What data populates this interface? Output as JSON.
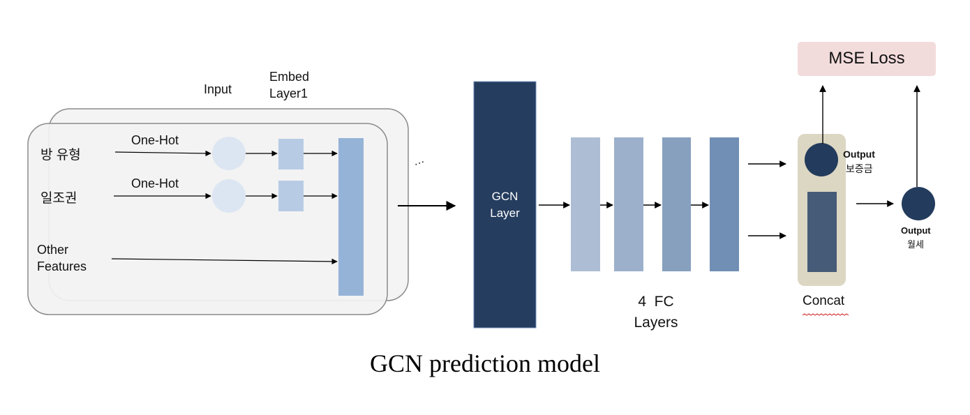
{
  "diagram": {
    "caption": "GCN prediction model",
    "input_section": {
      "input_header": "Input",
      "embed_header_line1": "Embed",
      "embed_header_line2": "Layer1",
      "feature_room_type": "방 유형",
      "feature_sunlight": "일조권",
      "encoding_1": "One-Hot",
      "encoding_2": "One-Hot",
      "other_line1": "Other",
      "other_line2": "Features",
      "ellipsis": "…"
    },
    "gcn_block": {
      "line1": "GCN",
      "line2": "Layer"
    },
    "fc_block": {
      "label_line1": "4  FC",
      "label_line2": "Layers"
    },
    "concat_block": {
      "label": "Concat"
    },
    "outputs": {
      "deposit_title": "Output",
      "deposit_name": "보증금",
      "rent_title": "Output",
      "rent_name": "월세"
    },
    "loss_block": {
      "label": "MSE Loss"
    },
    "colors": {
      "gcn": "#253d5e",
      "fc_1": "#adbdd4",
      "fc_2": "#9cb0cb",
      "fc_3": "#86a0be",
      "fc_4": "#718fb4",
      "concat_bg": "#dcd7c3",
      "concat_bar": "#465b77",
      "output_node": "#233b5c",
      "loss_bg": "#f2dcdb",
      "embed_box": "#b7cbe4",
      "input_circle": "#dce6f2",
      "merge_bar": "#95b3d7"
    }
  }
}
